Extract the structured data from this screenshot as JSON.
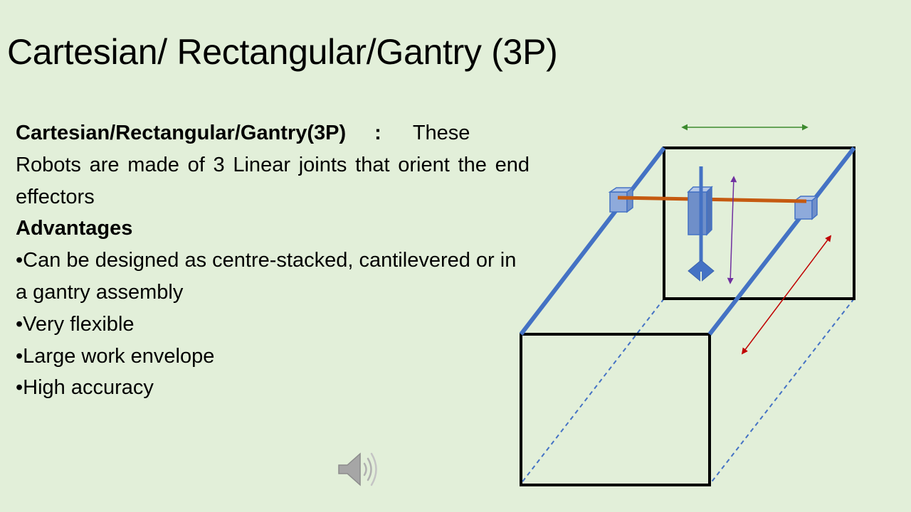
{
  "slide": {
    "title": "Cartesian/ Rectangular/Gantry (3P)",
    "intro_heading": "Cartesian/Rectangular/Gantry(3P)",
    "intro_separator": ":",
    "intro_text": "These Robots are made of 3 Linear joints that orient the end effectors",
    "advantages_heading": "Advantages",
    "advantages": [
      "•Can be designed as centre-stacked, cantilevered or in a gantry assembly",
      "•Very flexible",
      "•Large work envelope",
      "•High accuracy"
    ]
  },
  "colors": {
    "background": "#e2efd9",
    "rail_blue": "#4472c4",
    "cross_beam_orange": "#c55a11",
    "x_arrow_green": "#3c8a2e",
    "z_arrow_purple": "#7030a0",
    "y_arrow_red": "#c00000"
  },
  "icons": [
    "speaker-icon"
  ]
}
